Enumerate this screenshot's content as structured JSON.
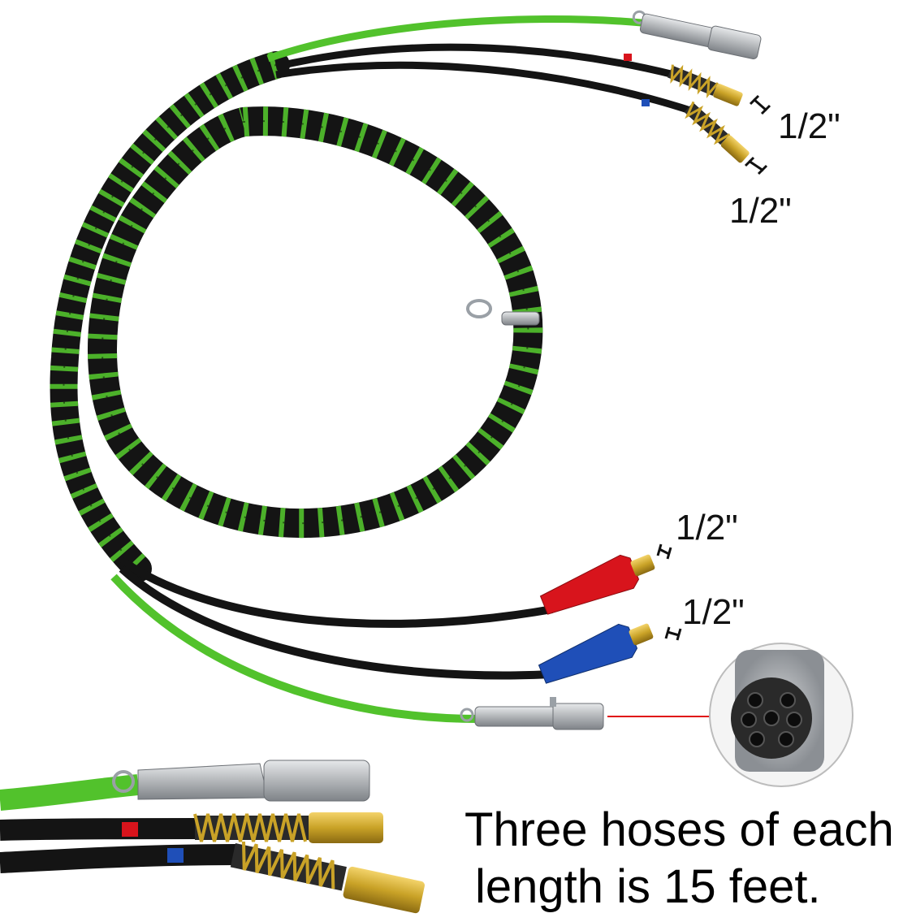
{
  "image": {
    "subject": "3-in-1 trailer air and electrical hose kit",
    "palette": {
      "background": "#ffffff",
      "hose_black": "#141414",
      "hose_green": "#52c22c",
      "glad_red": "#d8141c",
      "glad_blue": "#1f4fb8",
      "brass": "#c9a227",
      "chrome": "#b9bcc0",
      "pointer_red": "#e01010"
    }
  },
  "fitting_labels": [
    {
      "text": "1/2\""
    },
    {
      "text": "1/2\""
    },
    {
      "text": "1/2\""
    },
    {
      "text": "1/2\""
    }
  ],
  "caption": {
    "line1": "Three hoses of each",
    "line2": "length is 15 feet."
  }
}
